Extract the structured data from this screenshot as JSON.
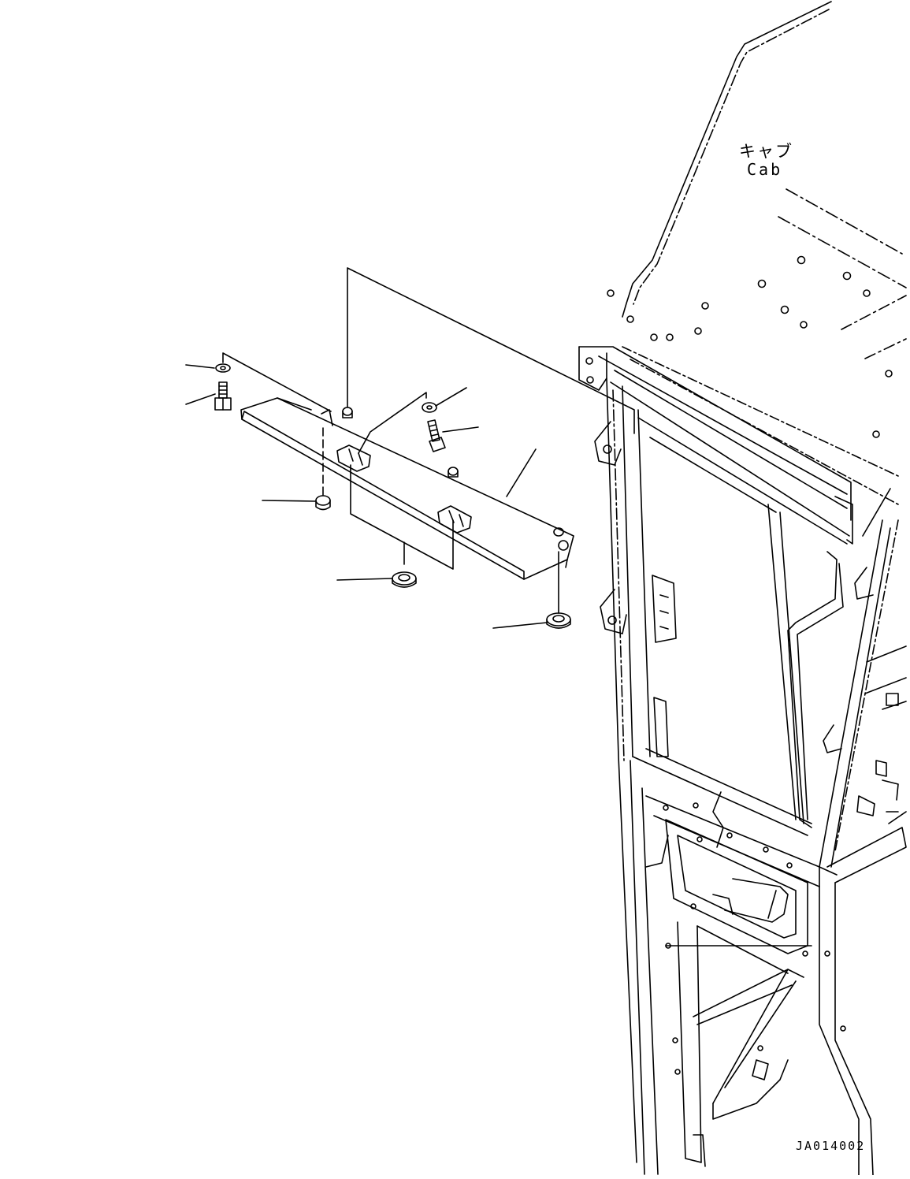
{
  "cab_label": {
    "japanese": "キャブ",
    "english": "Cab"
  },
  "drawing_code": "JA014002",
  "colors": {
    "line": "#000000",
    "background": "#ffffff"
  }
}
